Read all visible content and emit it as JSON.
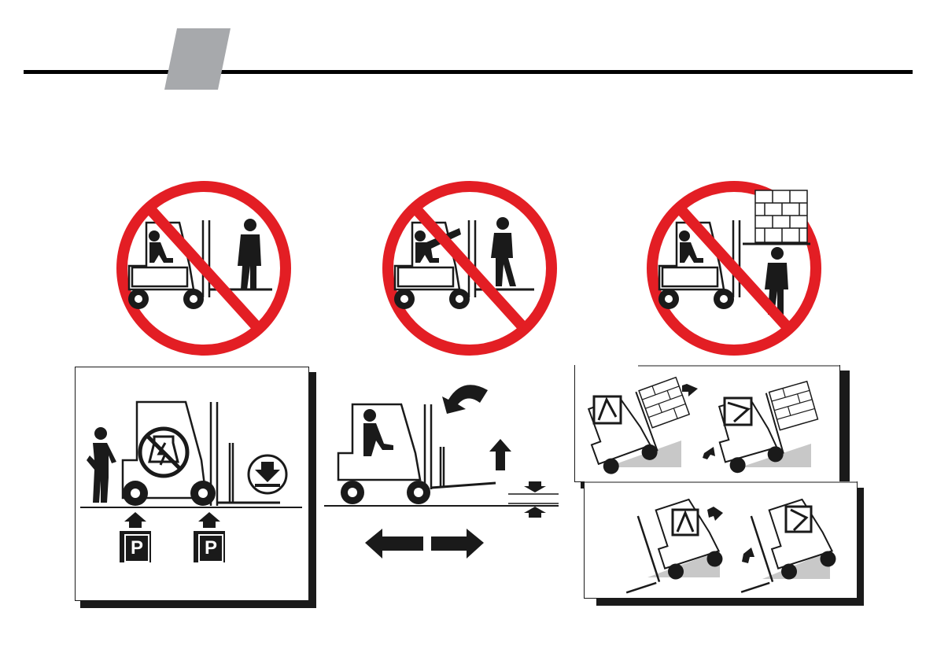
{
  "page": {
    "header_rule_color": "#000000",
    "header_tab_color": "#a7a9ac"
  },
  "colors": {
    "prohibition_red": "#e31e24",
    "ink": "#1a1a1a",
    "slope_gray": "#c8c8c8"
  },
  "prohibitions": [
    {
      "id": "no-passenger-on-forks",
      "icon": "prohibition-sign-icon"
    },
    {
      "id": "no-reaching-through-mast",
      "icon": "prohibition-sign-icon"
    },
    {
      "id": "no-standing-under-load",
      "icon": "prohibition-sign-icon"
    }
  ],
  "parking_panel": {
    "parking_brake_label_1": "P",
    "parking_brake_label_2": "P",
    "icons": [
      "pedestrian-icon",
      "no-ignition-icon",
      "lower-forks-icon",
      "press-pedal-icon"
    ]
  },
  "controls_panel": {
    "icons": [
      "tilt-arrow-icon",
      "lift-arrow-icon",
      "forward-arrow-icon",
      "reverse-arrow-icon",
      "fork-level-icon"
    ]
  },
  "slope_panels": {
    "icons": [
      "tip-over-icon",
      "slope-icon",
      "direction-arrow-icon"
    ]
  }
}
